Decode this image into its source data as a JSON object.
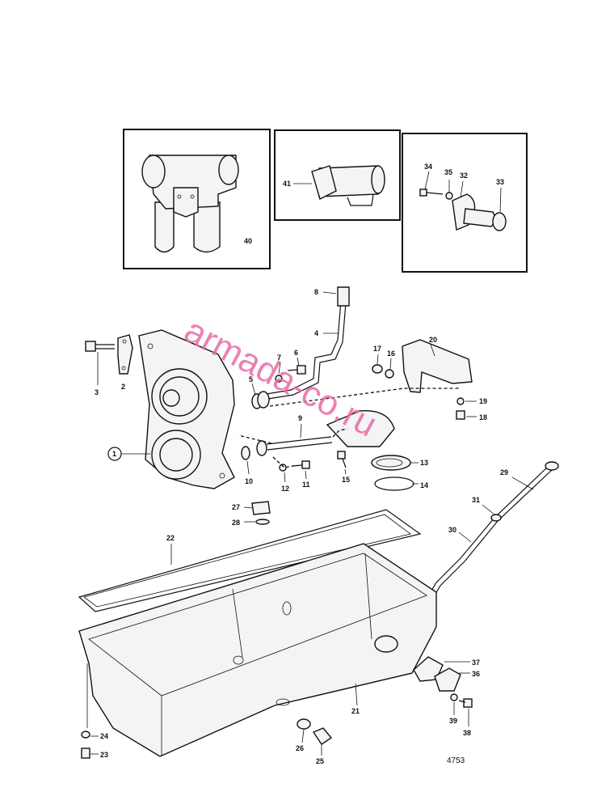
{
  "labels": {
    "p1": "1",
    "p2": "2",
    "p3": "3",
    "p4": "4",
    "p5": "5",
    "p6": "6",
    "p7": "7",
    "p8": "8",
    "p9": "9",
    "p10": "10",
    "p11": "11",
    "p12": "12",
    "p13": "13",
    "p14": "14",
    "p15": "15",
    "p16": "16",
    "p17": "17",
    "p18": "18",
    "p19": "19",
    "p20": "20",
    "p21": "21",
    "p22": "22",
    "p23": "23",
    "p24": "24",
    "p25": "25",
    "p26": "26",
    "p27": "27",
    "p28": "28",
    "p29": "29",
    "p30": "30",
    "p31": "31",
    "p32": "32",
    "p33": "33",
    "p34": "34",
    "p35": "35",
    "p36": "36",
    "p37": "37",
    "p38": "38",
    "p39": "39",
    "p40": "40",
    "p41": "41"
  },
  "figure_number": "4753",
  "watermark": "armada-co.ru",
  "colors": {
    "line": "#111111",
    "watermark": "#e86aa6",
    "background": "#ffffff"
  }
}
